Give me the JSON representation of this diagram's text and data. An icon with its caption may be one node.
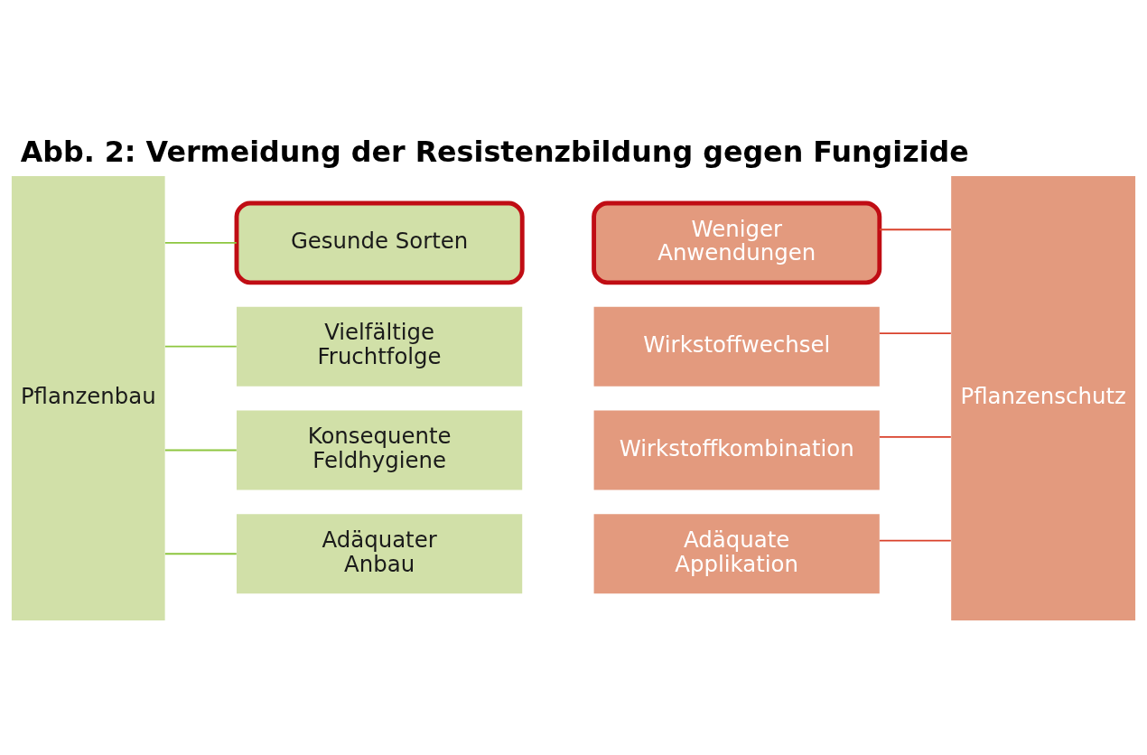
{
  "diagram": {
    "title": "Abb. 2: Vermeidung der Resistenzbildung gegen Fungizide",
    "nodes": [
      {
        "text": [
          "Pflanzenbau"
        ]
      },
      {
        "text": [
          "Gesunde Sorten"
        ]
      },
      {
        "text": [
          "Vielfältige Fruchtfolge"
        ]
      },
      {
        "text": [
          "Konsequente Feldhygiene"
        ]
      },
      {
        "text": [
          "Adäquater Anbau"
        ]
      },
      {
        "text": [
          "Weniger Anwendungen"
        ]
      },
      {
        "text": [
          "Wirkstoffwechsel"
        ]
      },
      {
        "text": [
          "Wirkstoffkombination"
        ]
      },
      {
        "text": [
          "Adäquate Applikation"
        ]
      },
      {
        "text": [
          "Pflanzenschutz"
        ]
      }
    ],
    "edges": [
      {
        "from": 0,
        "to": 1,
        "arrow": "none",
        "color": "#8dc63f"
      },
      {
        "from": 0,
        "to": 2,
        "arrow": "none",
        "color": "#8dc63f"
      },
      {
        "from": 0,
        "to": 3,
        "arrow": "none",
        "color": "#8dc63f"
      },
      {
        "from": 0,
        "to": 4,
        "arrow": "none",
        "color": "#8dc63f"
      },
      {
        "from": 9,
        "to": 5,
        "arrow": "none",
        "color": "#d9412b"
      },
      {
        "from": 9,
        "to": 6,
        "arrow": "none",
        "color": "#d9412b"
      },
      {
        "from": 9,
        "to": 7,
        "arrow": "none",
        "color": "#d9412b"
      },
      {
        "from": 9,
        "to": 8,
        "arrow": "none",
        "color": "#d9412b"
      }
    ]
  }
}
